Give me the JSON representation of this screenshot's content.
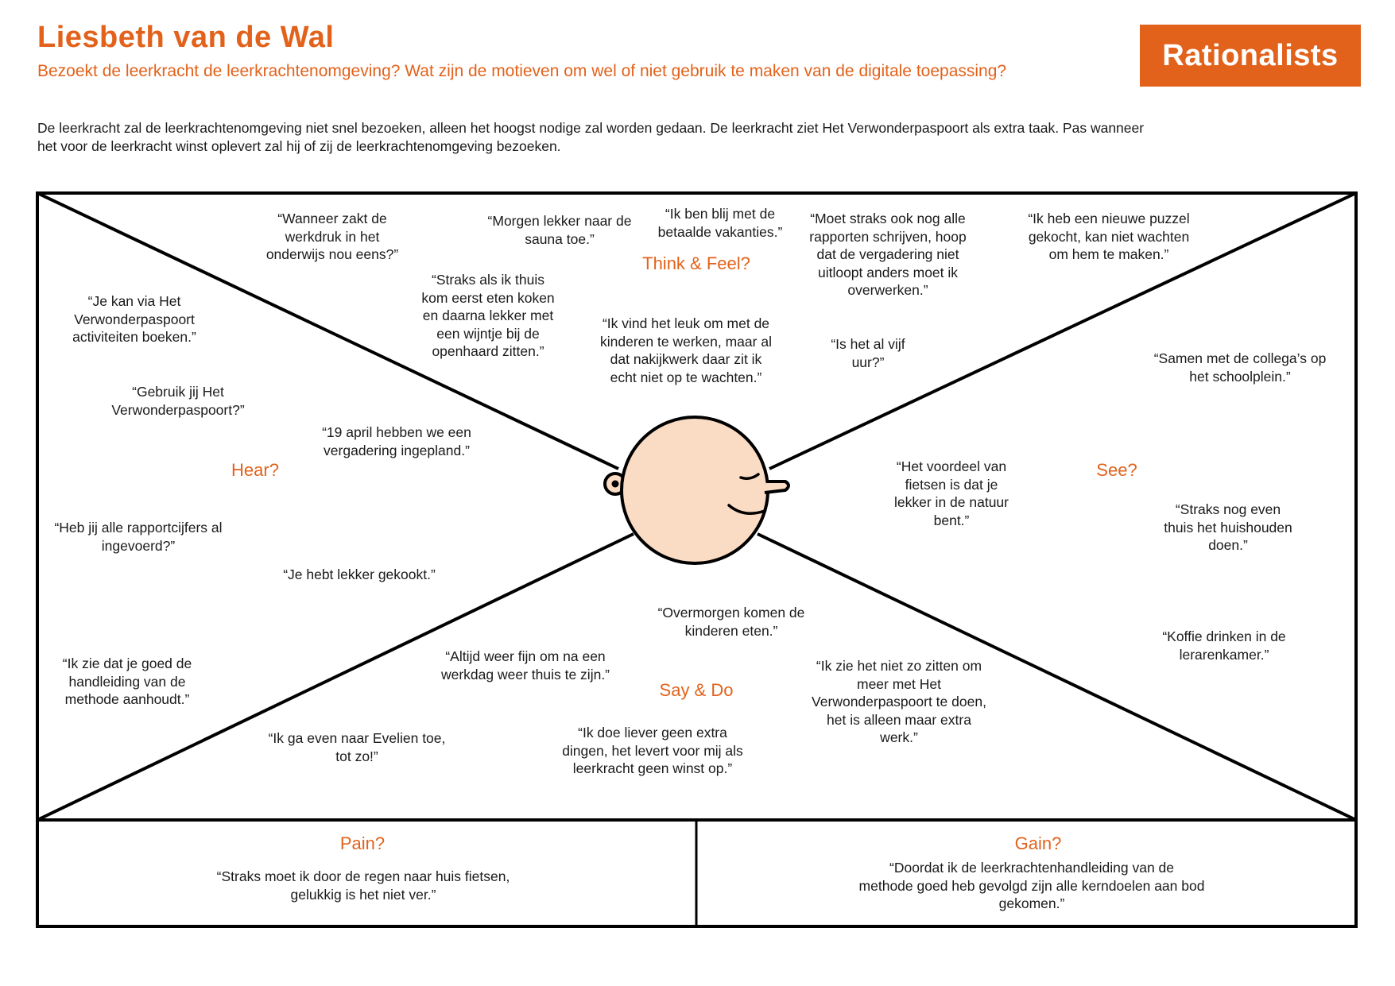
{
  "header": {
    "title": "Liesbeth van de Wal",
    "subtitle": "Bezoekt de leerkracht de leerkrachtenomgeving? Wat zijn de motieven om wel of niet gebruik te maken van de digitale toepassing?",
    "badge": "Rationalists",
    "intro": "De leerkracht zal de leerkrachtenomgeving niet snel bezoeken, alleen het hoogst nodige zal worden gedaan. De leerkracht ziet Het Verwonderpaspoort als extra taak. Pas wanneer het voor de leerkracht winst oplevert zal hij of zij de leerkrachtenomgeving bezoeken."
  },
  "colors": {
    "accent": "#e2621b",
    "face": "#fadbc4",
    "line": "#000000"
  },
  "headings": {
    "think": "Think & Feel?",
    "hear": "Hear?",
    "see": "See?",
    "say": "Say & Do",
    "pain": "Pain?",
    "gain": "Gain?"
  },
  "quotes": {
    "think": [
      "“Wanneer zakt de\nwerkdruk in het\nonderwijs nou eens?”",
      "“Morgen lekker naar de\nsauna toe.”",
      "“Ik ben blij met de\nbetaalde vakanties.”",
      "“Moet straks ook nog alle\nrapporten schrijven, hoop\ndat de vergadering niet\nuitloopt anders moet ik\noverwerken.”",
      "“Straks als ik thuis\nkom eerst eten koken\nen daarna lekker met\neen wijntje bij de\nopenhaard zitten.”",
      "“Ik vind het leuk om met de\nkinderen te werken, maar al\ndat nakijkwerk daar zit ik\necht niet op te wachten.”",
      "“Is het al vijf\nuur?”"
    ],
    "hear": [
      "“Je kan via Het\nVerwonderpaspoort\nactiviteiten boeken.”",
      "“Gebruik jij Het\nVerwonderpaspoort?”",
      "“19 april hebben we een\nvergadering ingepland.”",
      "“Heb jij alle rapportcijfers al\ningevoerd?”",
      "“Je hebt lekker gekookt.”",
      "“Ik zie dat je goed de\nhandleiding van de\nmethode aanhoudt.”"
    ],
    "see": [
      "“Ik heb een nieuwe puzzel\ngekocht, kan niet wachten\nom hem te maken.”",
      "“Samen met de collega’s op\nhet schoolplein.”",
      "“Het voordeel van\nfietsen is dat je\nlekker in de natuur\nbent.”",
      "“Straks nog even\nthuis het huishouden\ndoen.”",
      "“Koffie drinken in de\nlerarenkamer.”"
    ],
    "say": [
      "“Overmorgen komen de\nkinderen eten.”",
      "“Altijd weer fijn om na een\nwerkdag weer thuis te zijn.”",
      "“Ik zie het niet zo zitten om\nmeer met Het\nVerwonderpaspoort te doen,\nhet is alleen maar extra\nwerk.”",
      "“Ik ga even naar Evelien toe,\ntot zo!”",
      "“Ik doe liever geen extra\ndingen, het levert voor mij als\nleerkracht geen winst op.”"
    ],
    "pain": "“Straks moet ik door de regen naar huis fietsen,\ngelukkig is het niet ver.”",
    "gain": "“Doordat ik de leerkrachtenhandleiding van de\nmethode goed heb gevolgd zijn alle kerndoelen aan bod\ngekomen.”"
  }
}
